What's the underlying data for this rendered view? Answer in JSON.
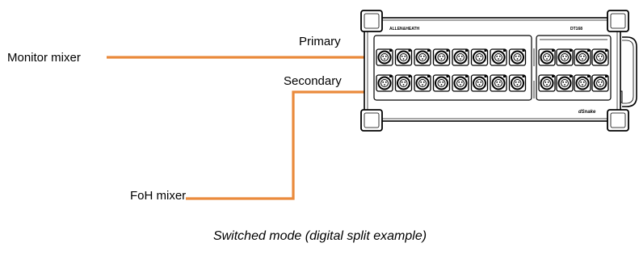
{
  "labels": {
    "monitor_mixer": "Monitor mixer",
    "foh_mixer": "FoH mixer",
    "primary": "Primary",
    "secondary": "Secondary",
    "caption": "Switched mode (digital split example)"
  },
  "device": {
    "brand_left": "ALLEN&HEATH",
    "brand_right": "DT168",
    "logo": "dSnake",
    "xlr_inputs_per_row": 8,
    "xlr_outputs_per_row": 4
  },
  "colors": {
    "cable": "#ea8a3c",
    "outline": "#000000",
    "background": "#ffffff"
  }
}
